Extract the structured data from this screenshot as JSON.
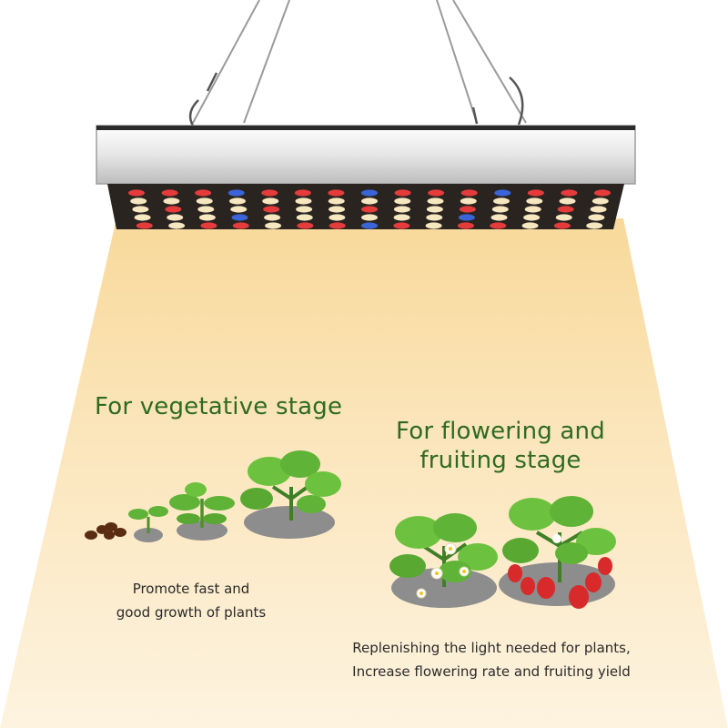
{
  "vegetative": {
    "heading": "For vegetative stage",
    "caption_line1": "Promote fast and",
    "caption_line2": "good growth of plants"
  },
  "flowering": {
    "heading_line1": "For flowering and",
    "heading_line2": "fruiting stage",
    "caption_line1": "Replenishing the light needed for plants,",
    "caption_line2": "Increase flowering rate and fruiting yield"
  },
  "colors": {
    "heading_green": "#2e6b20",
    "light_beam": "#fbe3b0",
    "led_red": "#e63b3b",
    "led_blue": "#3a64d8",
    "led_warm_white": "#f6e7c0"
  }
}
